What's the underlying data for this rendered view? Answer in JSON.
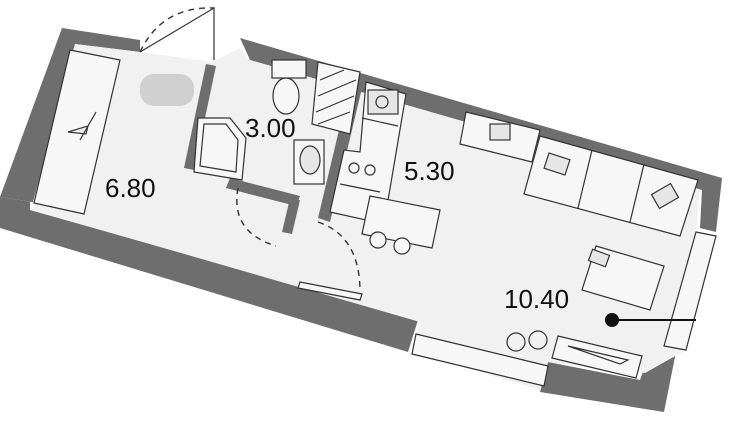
{
  "rooms": [
    {
      "id": "hall",
      "area": "6.80"
    },
    {
      "id": "bathroom",
      "area": "3.00"
    },
    {
      "id": "kitchen",
      "area": "5.30"
    },
    {
      "id": "living",
      "area": "10.40"
    }
  ],
  "colors": {
    "wall": "#6e6e6e",
    "floor": "#f1f1f1",
    "furniture_stroke": "#333333",
    "marker": "#111111"
  }
}
